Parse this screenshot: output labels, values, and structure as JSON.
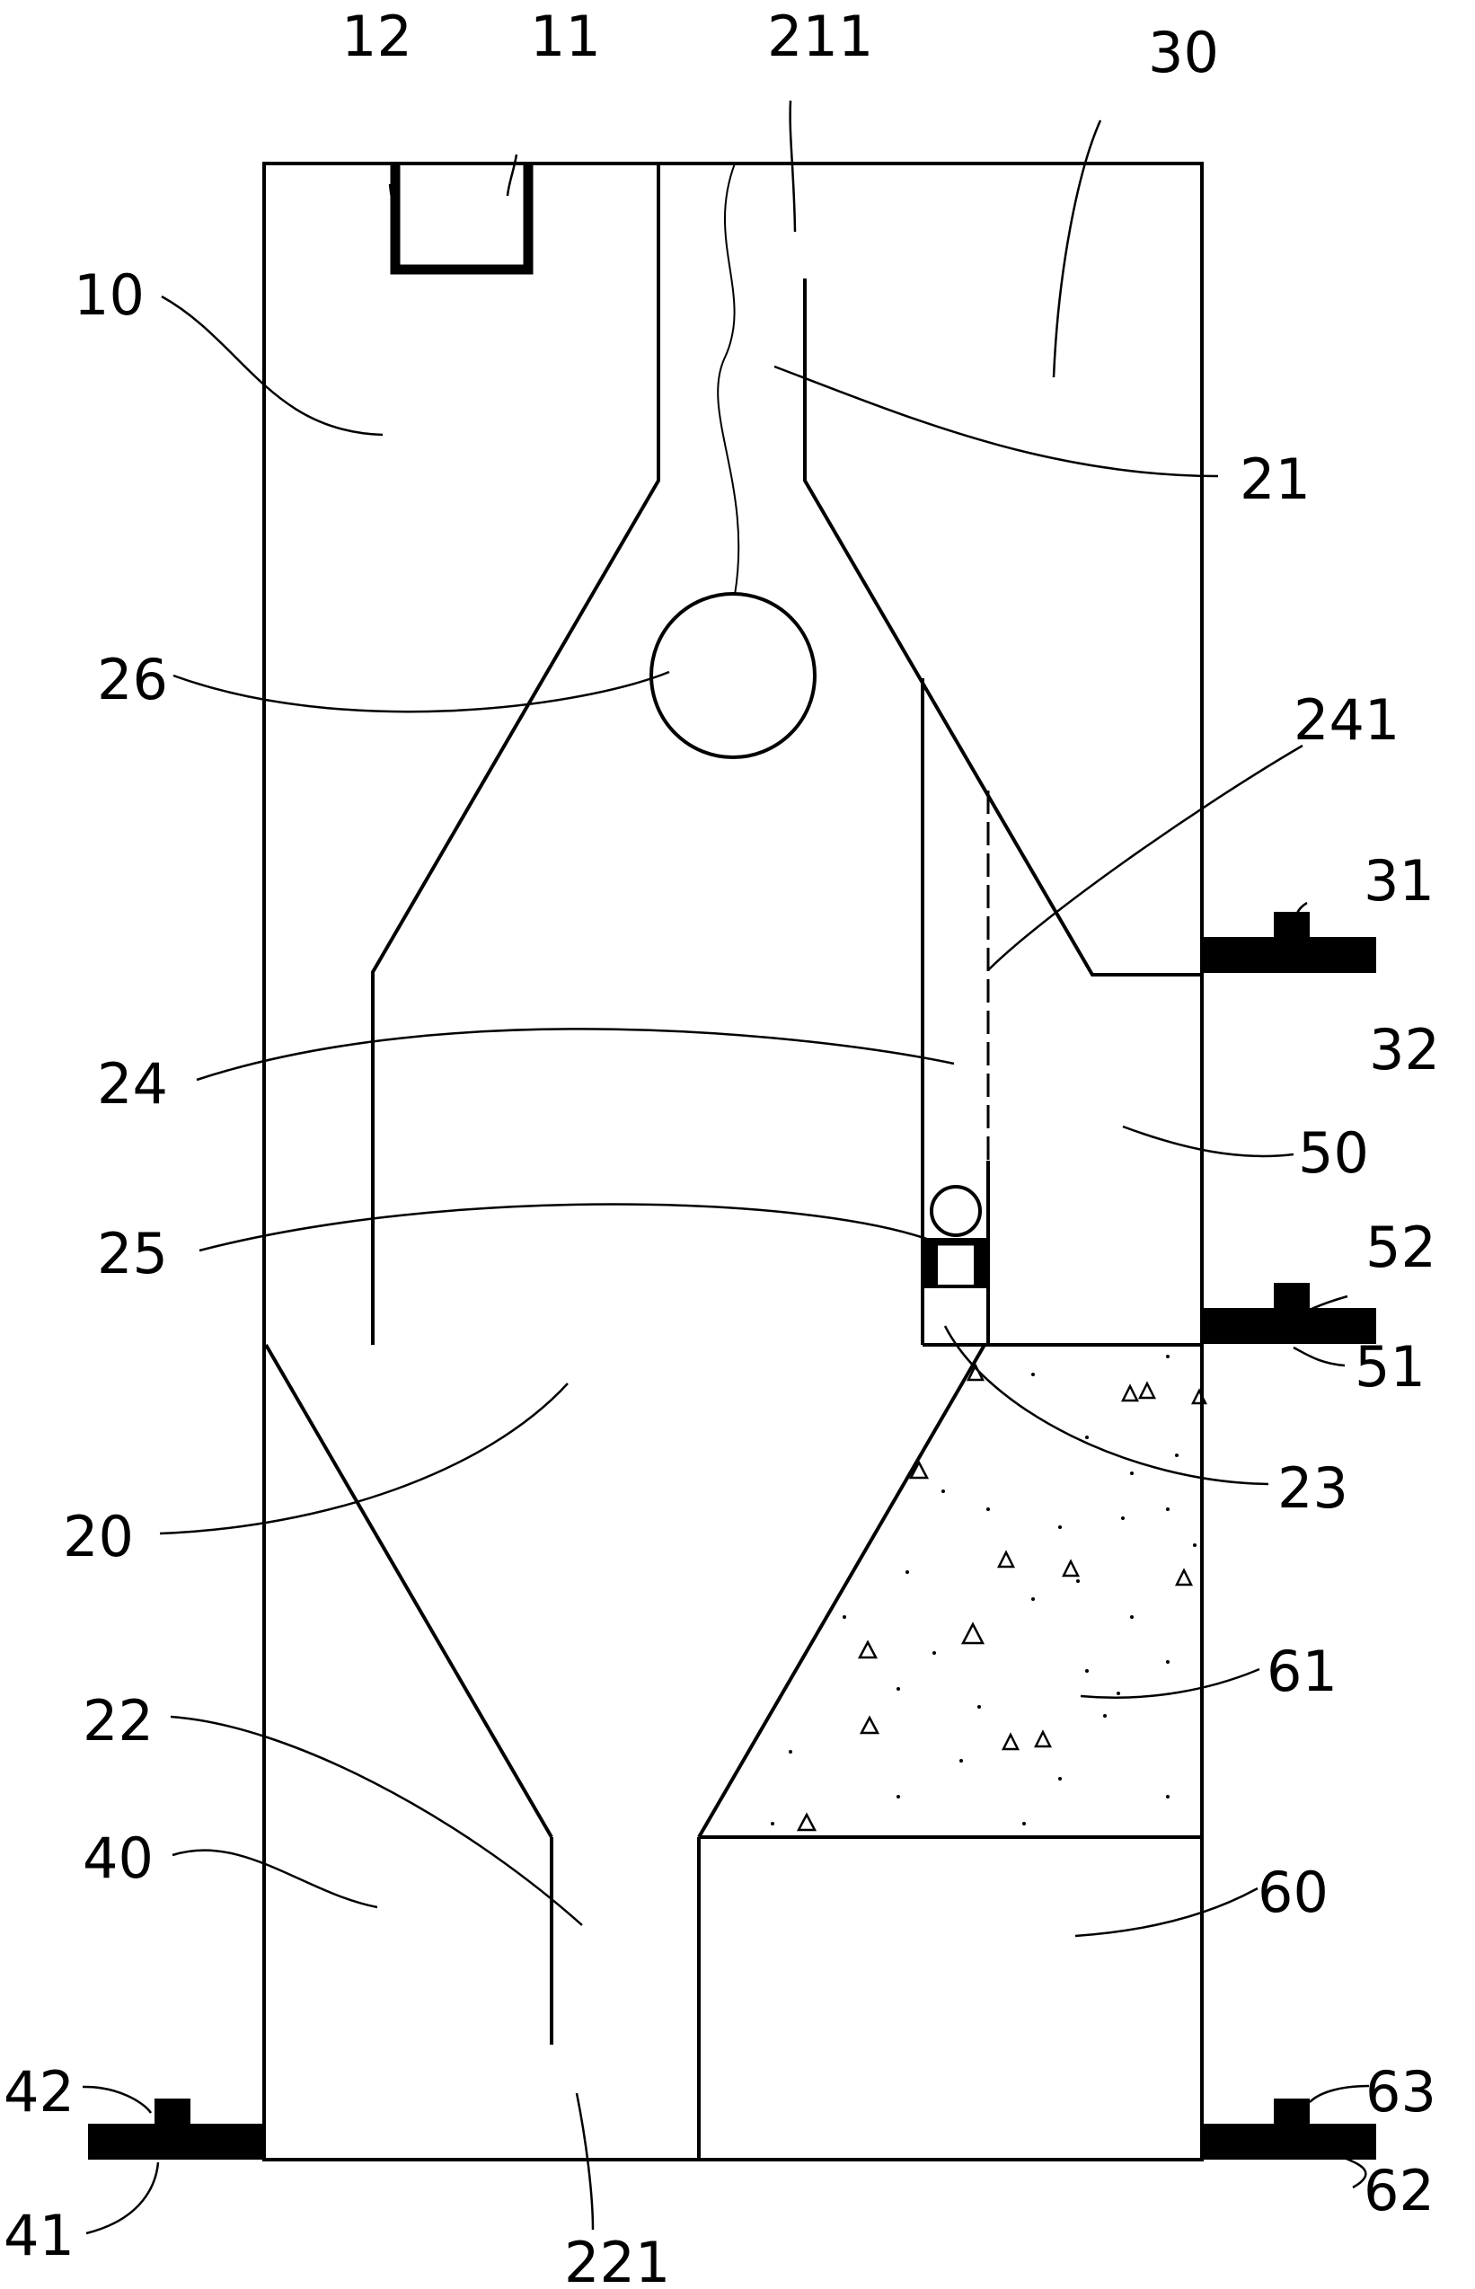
{
  "labels": {
    "l10": "10",
    "l11": "11",
    "l12": "12",
    "l20": "20",
    "l21": "21",
    "l211": "211",
    "l22": "22",
    "l221": "221",
    "l23": "23",
    "l24": "24",
    "l241": "241",
    "l25": "25",
    "l26": "26",
    "l30": "30",
    "l31": "31",
    "l32": "32",
    "l40": "40",
    "l41": "41",
    "l42": "42",
    "l50": "50",
    "l51": "51",
    "l52": "52",
    "l60": "60",
    "l61": "61",
    "l62": "62",
    "l63": "63"
  },
  "colors": {
    "line": "#000000",
    "background": "#ffffff"
  }
}
